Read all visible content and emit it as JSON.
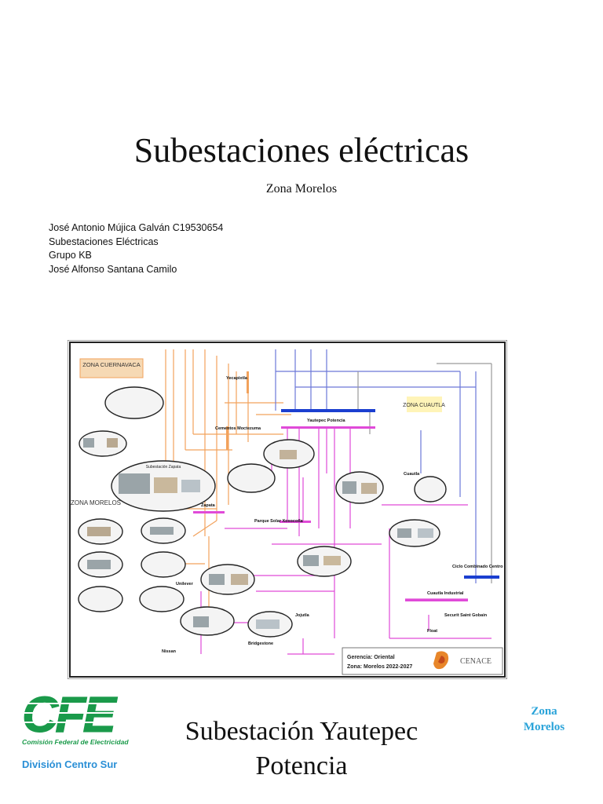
{
  "header": {
    "title": "Subestaciones eléctricas",
    "subtitle": "Zona Morelos"
  },
  "info_lines": [
    "José Antonio Mújica Galván C19530654",
    "Subestaciones Eléctricas",
    "Grupo KB",
    "José Alfonso Santana Camilo"
  ],
  "diagram": {
    "zone_cuernavaca": "ZONA CUERNAVACA",
    "zone_cuautla": "ZONA CUAUTLA",
    "zone_morelos": "ZONA MORELOS",
    "yecapixtla": "Yecapixtla",
    "cementos": "Cementos Moctezuma",
    "yautepec": "Yautepec Potencia",
    "zapata": "Zapata",
    "parque": "Parque Solar Xoxocotla",
    "cuautla": "Cuautla",
    "ciclo": "Ciclo Combinado Centro",
    "cuautla_ind": "Cuautla Industrial",
    "securit": "Securit Saint Gobain",
    "float": "Float",
    "unilever": "Unilever",
    "bridgestone": "Bridgestone",
    "nissan": "Nissan",
    "jojutla": "Jojutla",
    "subestacion_zapata": "Subestación Zapata",
    "gerencia": "Gerencia: Oriental",
    "zona_periodo": "Zona: Morelos 2022-2027",
    "cenace": "CENACE",
    "colors": {
      "orange": "#f2a25c",
      "blue": "#5a6fd6",
      "magenta": "#e04ad8",
      "grey": "#9a9a9a",
      "bus": "#1b3fd0",
      "zone_bg": "#f6d9b4"
    }
  },
  "footer": {
    "cfe_letters": "CFE",
    "cfe_name": "Comisión Federal de Electricidad",
    "division": "División Centro Sur",
    "main_title_line1": "Subestación Yautepec",
    "main_title_line2": "Potencia",
    "zona_line1": "Zona",
    "zona_line2": "Morelos"
  }
}
